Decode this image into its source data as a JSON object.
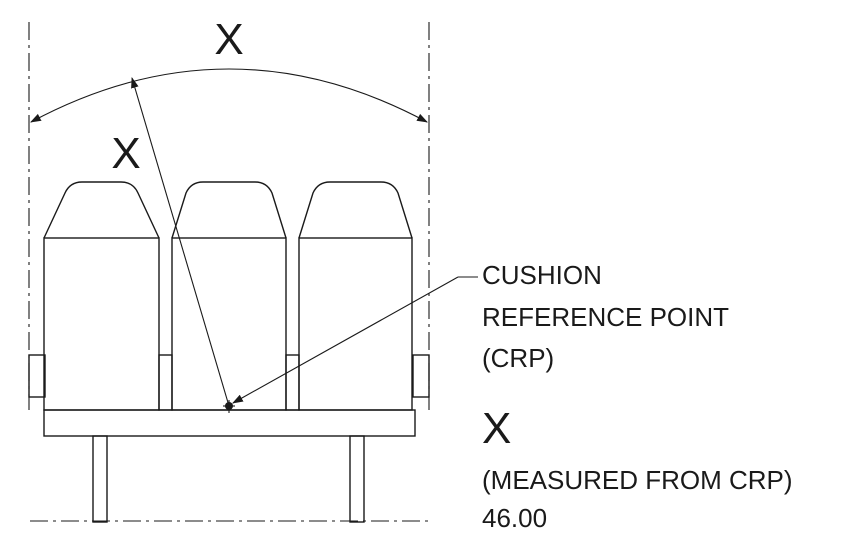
{
  "dimension_top": "X",
  "dimension_radius": "X",
  "callout": {
    "line1": "CUSHION",
    "line2": "REFERENCE POINT",
    "line3": "(CRP)"
  },
  "note": {
    "symbol": "X",
    "measured_from": "(MEASURED FROM CRP)",
    "value": "46.00"
  }
}
